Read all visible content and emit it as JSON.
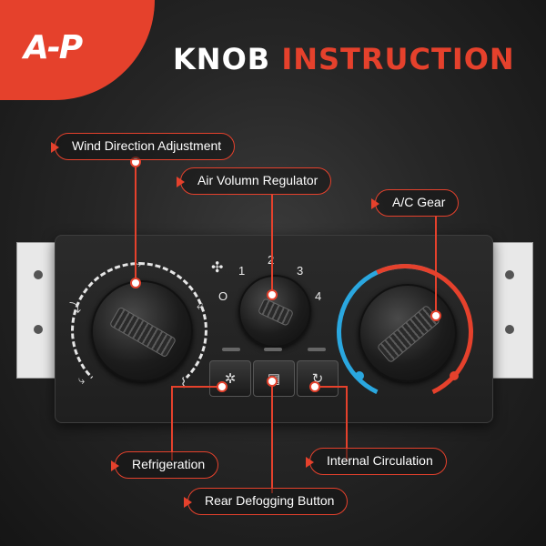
{
  "brand": {
    "logo_text": "A-P",
    "accent_color": "#e5412c"
  },
  "title": {
    "part1": "KNOB",
    "part2": "INSTRUCTION"
  },
  "fan_speeds": [
    "O",
    "1",
    "2",
    "3",
    "4"
  ],
  "callouts": {
    "wind_direction": "Wind Direction Adjustment",
    "air_volume": "Air Volumn Regulator",
    "ac_gear": "A/C Gear",
    "refrigeration": "Refrigeration",
    "internal_circulation": "Internal Circulation",
    "rear_defogging": "Rear Defogging Button"
  },
  "icons": {
    "fan": "fan-icon",
    "defrost_front": "front-defrost-icon",
    "refrigeration_button": "snowflake-sun-icon",
    "rear_defog_button": "rear-defog-icon",
    "recirculation_button": "recirculation-icon",
    "vent_modes": [
      "vent-face-icon",
      "vent-floor-icon",
      "vent-face-floor-icon",
      "vent-defrost-floor-icon"
    ]
  },
  "colors": {
    "cold": "#2aa7df",
    "hot": "#e5412c",
    "white": "#ffffff"
  }
}
